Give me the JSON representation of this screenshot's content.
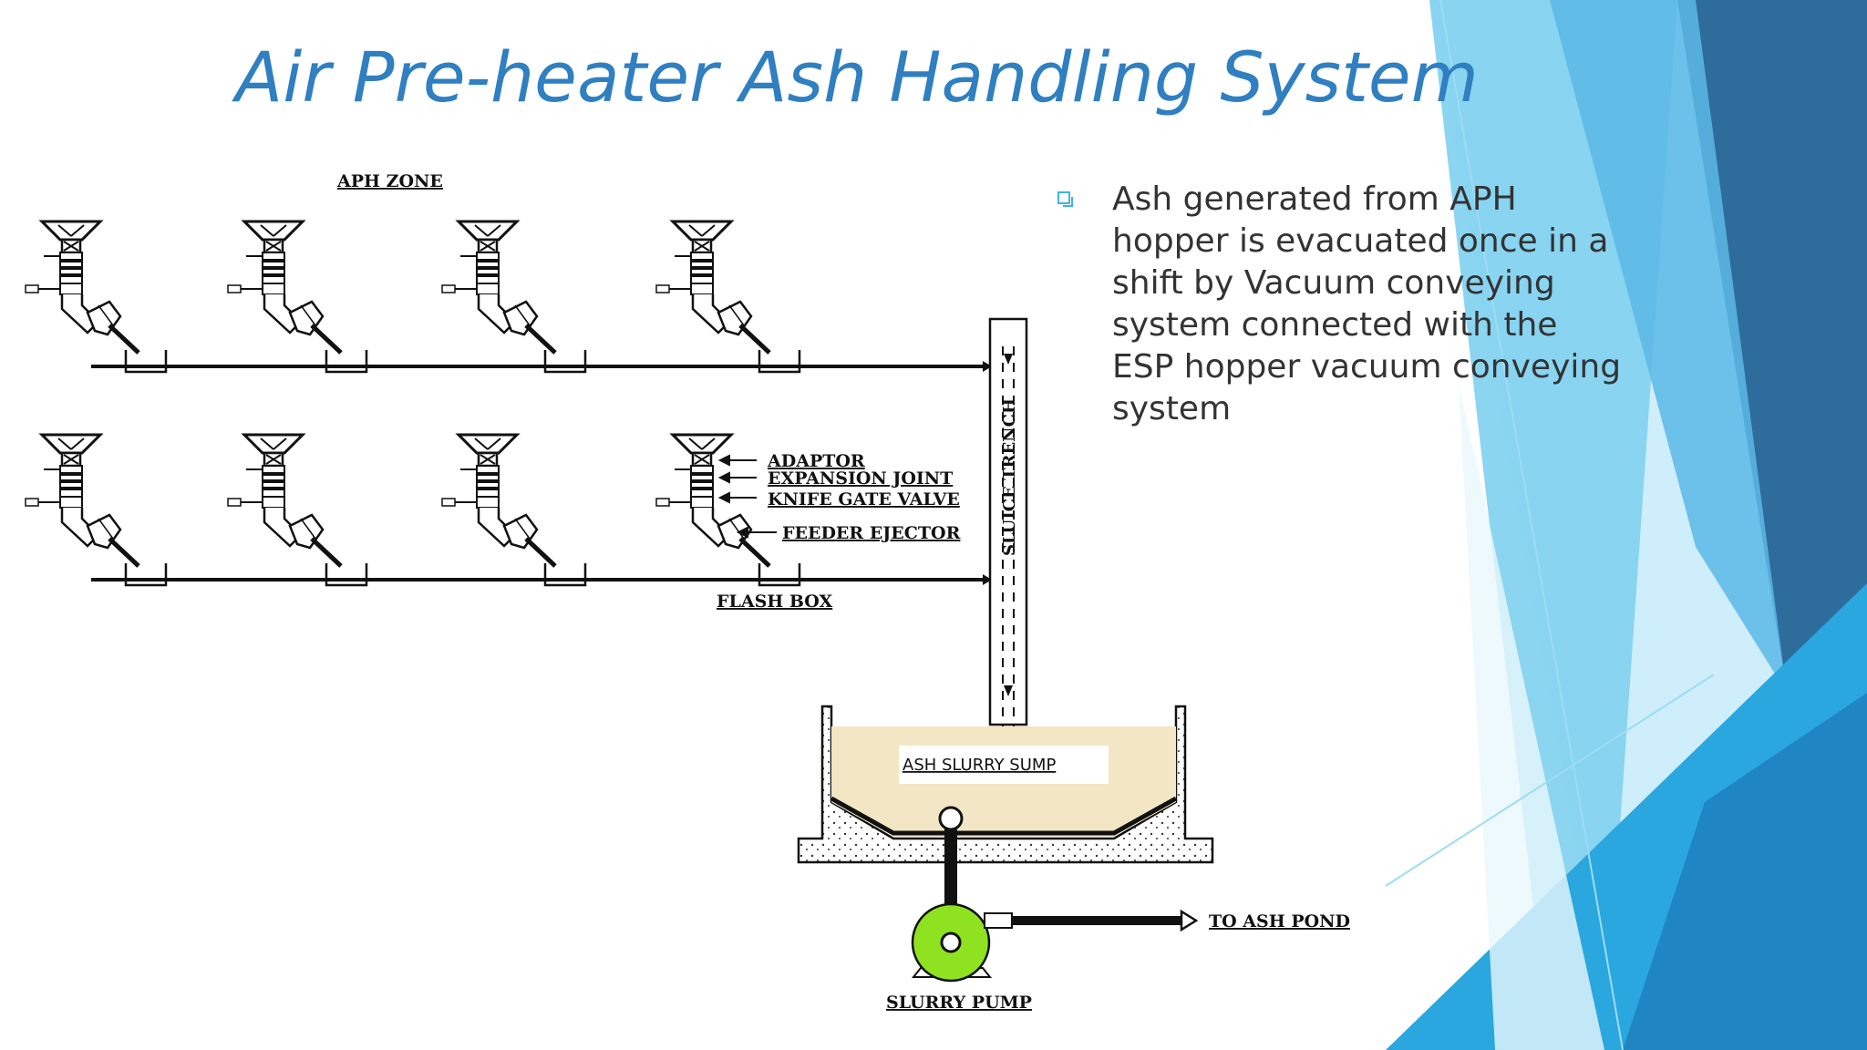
{
  "slide": {
    "title": "Air Pre-heater Ash Handling System",
    "bullet": "Ash generated from APH hopper is evacuated once in a shift by Vacuum conveying system connected with the ESP hopper vacuum conveying system"
  },
  "diagram": {
    "zone_label": "APH ZONE",
    "component_labels": {
      "adaptor": "ADAPTOR",
      "expansion_joint": "EXPANSION JOINT",
      "knife_gate_valve": "KNIFE GATE VALVE",
      "feeder_ejector": "FEEDER EJECTOR",
      "flash_box": "FLASH BOX"
    },
    "sluice_trench": "SLUICE TRENCH",
    "sump_label": "ASH SLURRY SUMP",
    "pump_label": "SLURRY PUMP",
    "outlet_label": "TO ASH POND"
  },
  "colors": {
    "title": "#2f7fc1",
    "sump_fill": "#f2e6c4",
    "pump": "#8fe21f",
    "accent_light": "#7fd0f0",
    "accent_dark": "#1f5f8f"
  }
}
